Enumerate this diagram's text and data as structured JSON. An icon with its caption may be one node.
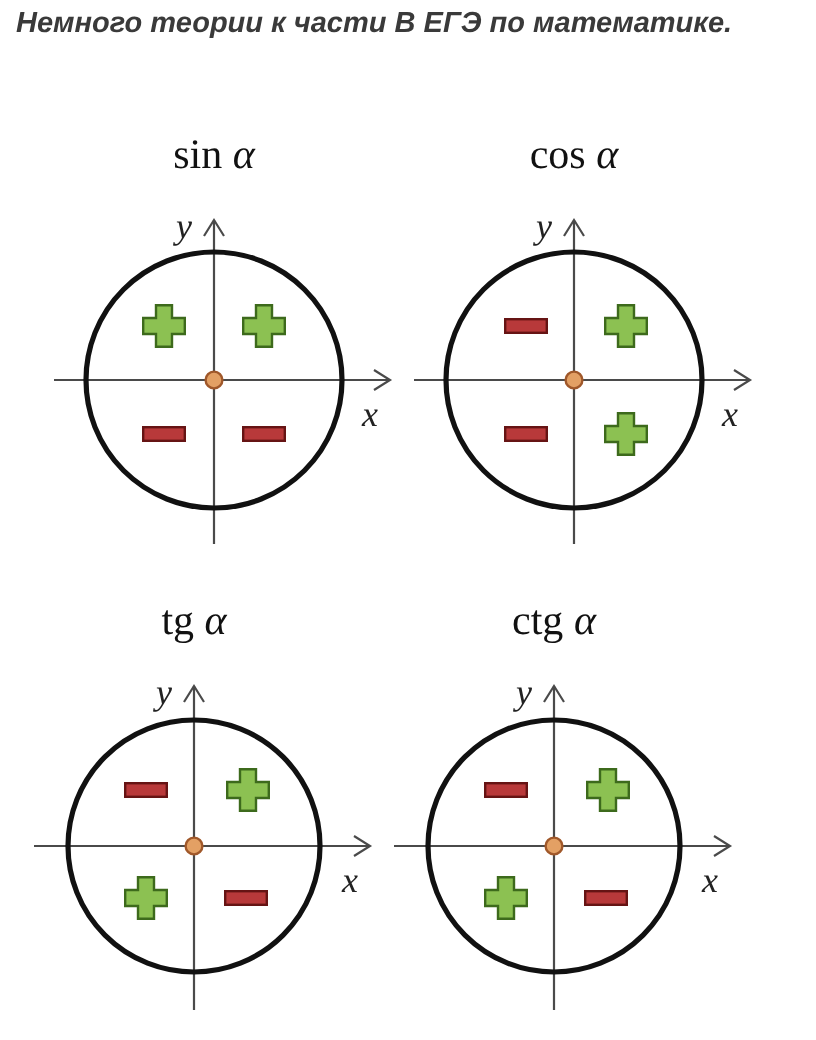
{
  "diagram": {
    "title": "Немного теории к части В ЕГЭ по математике.",
    "nodes": [
      {
        "text": [
          "sin *α*"
        ]
      },
      {
        "text": [],
        "shape": "cross",
        "in": 0
      },
      {
        "text": [],
        "shape": "cross",
        "in": 0
      },
      {
        "text": [],
        "shape": "bar",
        "in": 0
      },
      {
        "text": [],
        "shape": "bar",
        "in": 0
      },
      {
        "text": [
          "cos *α*"
        ]
      },
      {
        "text": [],
        "shape": "bar",
        "in": 5
      },
      {
        "text": [],
        "shape": "cross",
        "in": 5
      },
      {
        "text": [],
        "shape": "bar",
        "in": 5
      },
      {
        "text": [],
        "shape": "cross",
        "in": 5
      },
      {
        "text": [
          "tg *α*"
        ]
      },
      {
        "text": [],
        "shape": "bar",
        "in": 10
      },
      {
        "text": [],
        "shape": "cross",
        "in": 10
      },
      {
        "text": [],
        "shape": "cross",
        "in": 10
      },
      {
        "text": [],
        "shape": "bar",
        "in": 10
      },
      {
        "text": [
          "ctg *α*"
        ]
      },
      {
        "text": [],
        "shape": "bar",
        "in": 15
      },
      {
        "text": [],
        "shape": "cross",
        "in": 15
      },
      {
        "text": [],
        "shape": "cross",
        "in": 15
      },
      {
        "text": [],
        "shape": "bar",
        "in": 15
      }
    ],
    "labels": [
      "y",
      "x",
      "y",
      "x",
      "y",
      "x",
      "y",
      "x"
    ]
  }
}
